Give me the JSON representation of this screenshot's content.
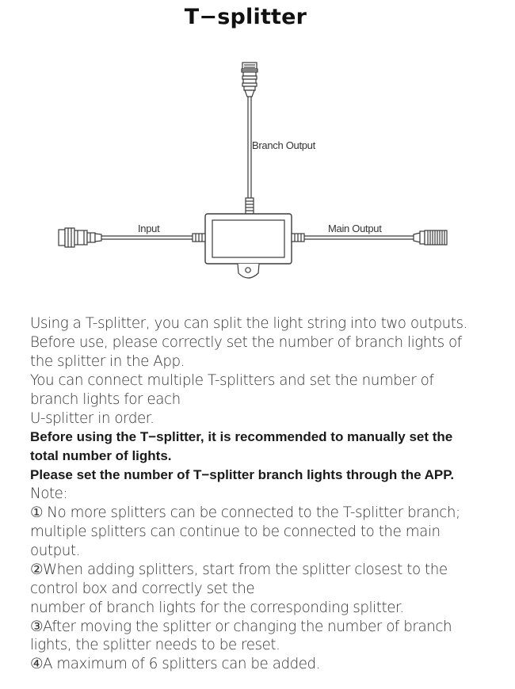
{
  "title": "T−splitter",
  "diagram": {
    "branch_label": "Branch Output",
    "input_label": "Input",
    "main_label": "Main Output"
  },
  "lines": [
    {
      "text": "Using a T-splitter, you can split the light string into two outputs.",
      "bold": false
    },
    {
      "text": "Before use, please correctly set the number of branch lights of",
      "bold": false
    },
    {
      "text": "the splitter in the App.",
      "bold": false
    },
    {
      "text": "You can connect multiple T-splitters and set the number of",
      "bold": false
    },
    {
      "text": "branch lights for each",
      "bold": false
    },
    {
      "text": "U-splitter in order.",
      "bold": false
    },
    {
      "text": "Before using the T−splitter, it is recommended to manually set the",
      "bold": true
    },
    {
      "text": "total number of lights.",
      "bold": true
    },
    {
      "text": "Please set the number of T−splitter branch lights through the APP.",
      "bold": true
    },
    {
      "text": "Note:",
      "bold": false
    },
    {
      "text": "① No more splitters can be connected to the T-splitter branch;",
      "bold": false
    },
    {
      "text": "multiple splitters can continue to be connected to the main",
      "bold": false
    },
    {
      "text": "output.",
      "bold": false
    },
    {
      "text": "②When adding splitters, start from the splitter closest to the",
      "bold": false
    },
    {
      "text": "control box and correctly set the",
      "bold": false
    },
    {
      "text": "number of branch lights for the corresponding splitter.",
      "bold": false
    },
    {
      "text": "③After moving the splitter or changing the number of branch",
      "bold": false
    },
    {
      "text": "lights, the splitter needs to be reset.",
      "bold": false
    },
    {
      "text": "④A maximum of 6 splitters can be added.",
      "bold": false
    }
  ]
}
